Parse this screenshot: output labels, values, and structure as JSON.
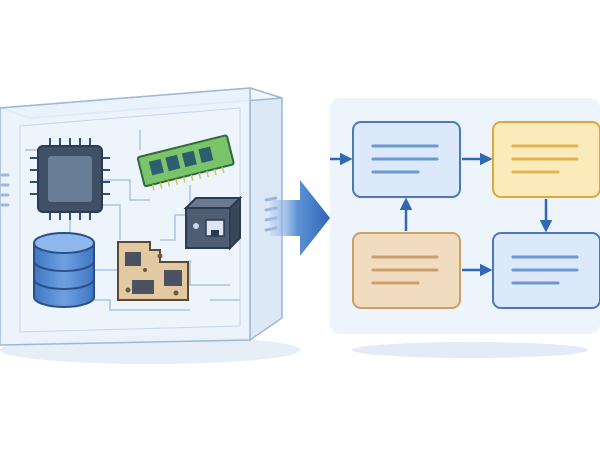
{
  "illustration": {
    "left_group": "computer-hardware-case",
    "center_connector": "right-arrow",
    "right_group": "process-flow-diagram"
  },
  "hardware": {
    "components": [
      "cpu-chip",
      "ram-module",
      "database-storage",
      "circuit-board",
      "network-port"
    ]
  },
  "flow": {
    "nodes": [
      {
        "id": "top-left",
        "color": "blue"
      },
      {
        "id": "top-right",
        "color": "yellow"
      },
      {
        "id": "bottom-left",
        "color": "tan"
      },
      {
        "id": "bottom-right",
        "color": "blue"
      }
    ],
    "edges": [
      {
        "from": "entry",
        "to": "top-left"
      },
      {
        "from": "top-left",
        "to": "top-right"
      },
      {
        "from": "top-right",
        "to": "bottom-right"
      },
      {
        "from": "bottom-left",
        "to": "bottom-right"
      },
      {
        "from": "bottom-left",
        "to": "top-left"
      }
    ]
  },
  "colors": {
    "outline": "#3a5a8a",
    "glass_fill": "#e9f1fb",
    "blue_node_fill": "#dbe9fb",
    "blue_node_stroke": "#4a78b8",
    "yellow_node_fill": "#fbeaba",
    "yellow_node_stroke": "#d9a93a",
    "tan_node_fill": "#f1dcc0",
    "tan_node_stroke": "#c9a06a",
    "arrow": "#3168b4"
  }
}
